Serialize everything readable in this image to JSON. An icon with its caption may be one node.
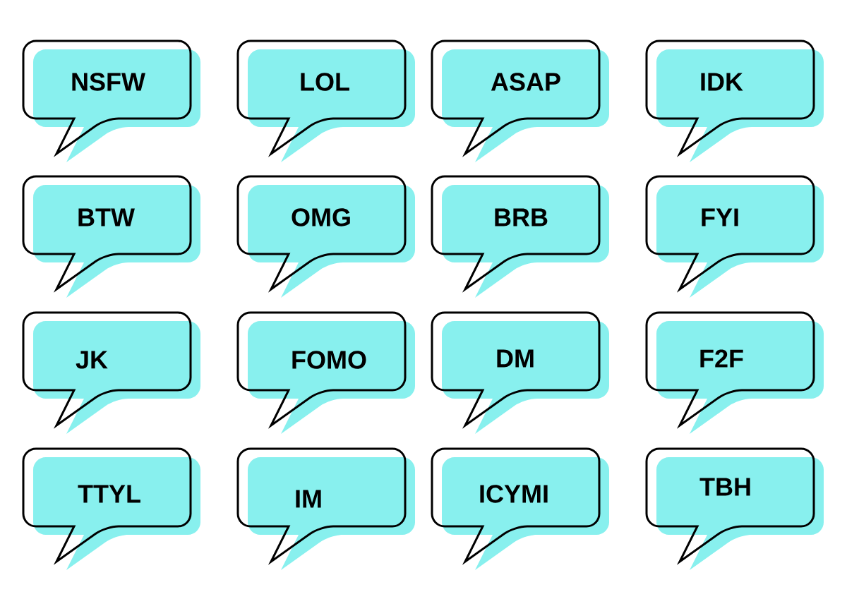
{
  "diagram": {
    "nodes": [
      {
        "text": [
          "NSFW"
        ]
      },
      {
        "text": [
          "LOL"
        ]
      },
      {
        "text": [
          "ASAP"
        ]
      },
      {
        "text": [
          "IDK"
        ]
      },
      {
        "text": [
          "BTW"
        ]
      },
      {
        "text": [
          "OMG"
        ]
      },
      {
        "text": [
          "BRB"
        ]
      },
      {
        "text": [
          "FYI"
        ]
      },
      {
        "text": [
          "JK"
        ]
      },
      {
        "text": [
          "FOMO"
        ]
      },
      {
        "text": [
          "DM"
        ]
      },
      {
        "text": [
          "F2F"
        ]
      },
      {
        "text": [
          "TTYL"
        ]
      },
      {
        "text": [
          "IM"
        ]
      },
      {
        "text": [
          "ICYMI"
        ]
      },
      {
        "text": [
          "TBH"
        ]
      }
    ]
  }
}
